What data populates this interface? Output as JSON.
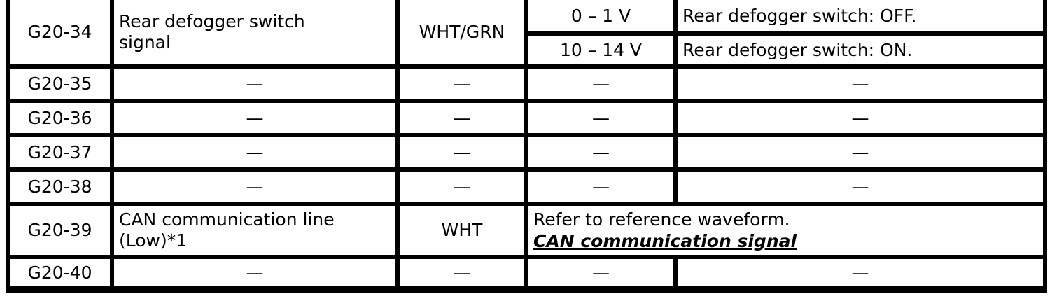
{
  "colors": {
    "border": "#000000",
    "background": "#ffffff",
    "text": "#000000"
  },
  "table": {
    "rows": {
      "r34": {
        "terminal": "G20-34",
        "signal": "Rear defogger switch\nsignal",
        "wire_color": "WHT/GRN",
        "conditions": [
          {
            "value": "0 – 1 V",
            "description": "Rear defogger switch: OFF."
          },
          {
            "value": "10 – 14 V",
            "description": "Rear defogger switch: ON."
          }
        ]
      },
      "r35": {
        "terminal": "G20-35",
        "signal": "—",
        "wire_color": "—",
        "value": "—",
        "description": "—"
      },
      "r36": {
        "terminal": "G20-36",
        "signal": "—",
        "wire_color": "—",
        "value": "—",
        "description": "—"
      },
      "r37": {
        "terminal": "G20-37",
        "signal": "—",
        "wire_color": "—",
        "value": "—",
        "description": "—"
      },
      "r38": {
        "terminal": "G20-38",
        "signal": "—",
        "wire_color": "—",
        "value": "—",
        "description": "—"
      },
      "r39": {
        "terminal": "G20-39",
        "signal": "CAN communication line\n(Low)*1",
        "wire_color": "WHT",
        "note": "Refer to reference waveform.",
        "reference": "CAN communication signal"
      },
      "r40": {
        "terminal": "G20-40",
        "signal": "—",
        "wire_color": "—",
        "value": "—",
        "description": "—"
      }
    }
  }
}
